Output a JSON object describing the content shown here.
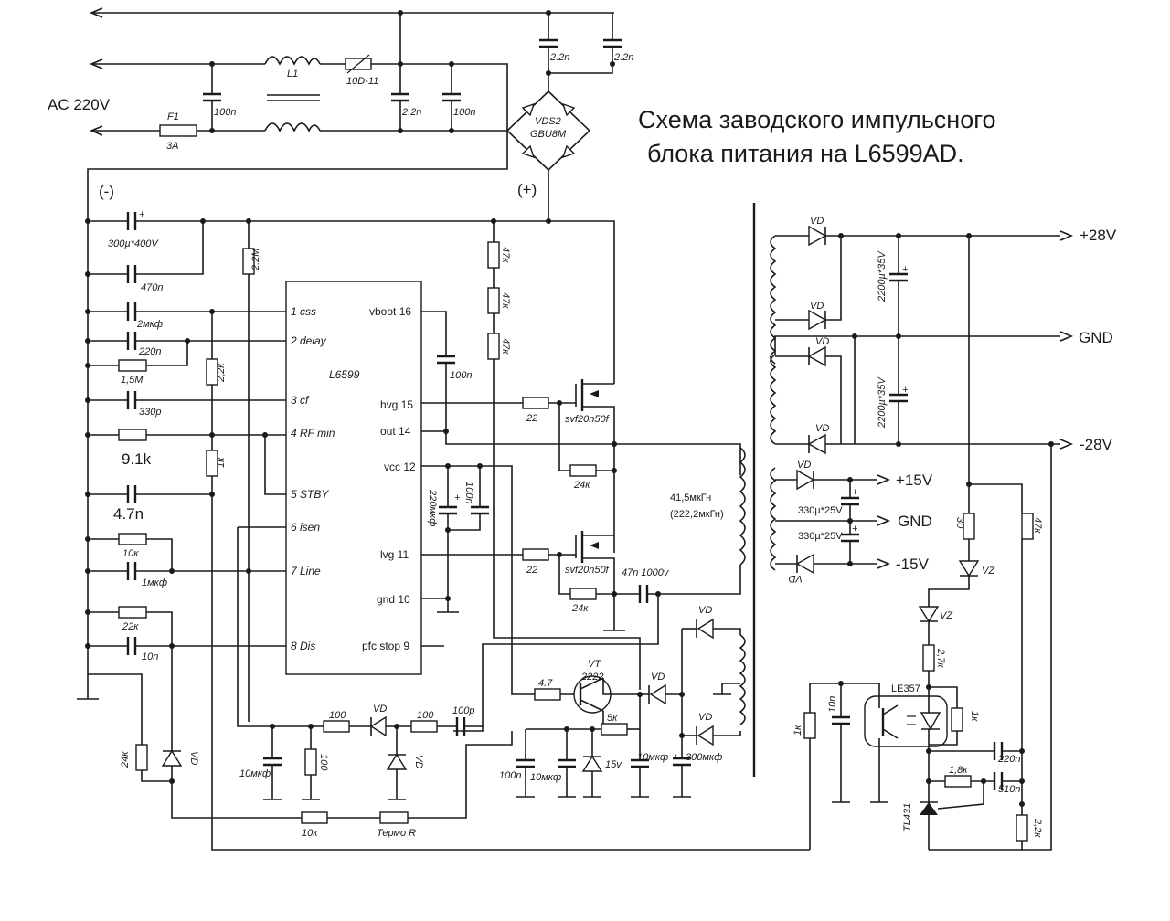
{
  "title": {
    "line1": "Схема заводского импульсного",
    "line2": "блока питания на L6599AD."
  },
  "input": {
    "ac_label": "AC 220V",
    "fuse_ref": "F1",
    "fuse_value": "3A",
    "cap_x1": "100n",
    "choke": "L1",
    "varistor": "10D-11",
    "cap_y": "2.2n",
    "cap_x2": "100n",
    "bridge_cap_1": "2.2n",
    "bridge_cap_2": "2.2n",
    "bridge_ref": "VDS2",
    "bridge_part": "GBU8M",
    "minus": "(-)",
    "plus": "(+)"
  },
  "bulk": {
    "main_cap": "300µ*400V",
    "cap_470": "470n",
    "r_startup": "2.2M"
  },
  "ic": {
    "name": "L6599",
    "pins_left": [
      "1 css",
      "2 delay",
      "3 cf",
      "4 RF min",
      "5 STBY",
      "6 isen",
      "7 Line",
      "8 Dis"
    ],
    "pins_right": [
      "vboot 16",
      "hvg 15",
      "out 14",
      "vcc 12",
      "lvg 11",
      "gnd 10",
      "pfc stop 9"
    ]
  },
  "left_parts": {
    "c_css": "2мкф",
    "c_delay": "220n",
    "r_delay": "1,5M",
    "c_cf": "330p",
    "r_rfmin_value": "9.1k",
    "c_stby_value": "4.7n",
    "r_22k_side": "2,2к",
    "r_1k_side": "1к",
    "r_line": "10к",
    "c_line": "1мкф",
    "r_dis": "22к",
    "c_dis": "10n",
    "r_24k": "24к",
    "d_vd": "VD"
  },
  "right_parts": {
    "boot_cap": "100n",
    "r47k_1": "47к",
    "r47k_2": "47к",
    "r47k_3": "47к",
    "gate_r_high": "22",
    "gate_r_low": "22",
    "mosfet_high": "svf20n50f",
    "mosfet_low": "svf20n50f",
    "gs_r_high": "24к",
    "gs_r_low": "24к",
    "vcc_cap_1": "220мкф",
    "vcc_cap_2": "100n",
    "inductor_1": "41,5мкГн",
    "inductor_2": "(222,2мкГн)",
    "res_cap": "47n 1000v"
  },
  "aux": {
    "r100_a": "100",
    "r100_b": "100",
    "r100_v": "100",
    "c100p": "100p",
    "c10mkf": "10мкф",
    "vd1": "VD",
    "vd2": "VD",
    "r_base": "4.7",
    "vt_ref": "VT",
    "vt_part": "2222",
    "r5k": "5к",
    "c100n": "100n",
    "c10mkf_b": "10мкф",
    "zener_15v": "15v",
    "c10mkf_c": "10мкф",
    "vd_aux": "VD",
    "c300": "300мкф",
    "vd_top": "VD",
    "vd_bot": "VD",
    "r10k_b": "10к",
    "thermo": "Термо R"
  },
  "secondary": {
    "vd_a": "VD",
    "vd_b": "VD",
    "vd_c": "VD",
    "vd_d": "VD",
    "cap_top": "2200µ*35V",
    "cap_bot": "2200µ*35V",
    "rail_plus28": "+28V",
    "rail_gnd": "GND",
    "rail_minus28": "-28V",
    "vd_e": "VD",
    "vd_f": "VD",
    "cap_15a": "330µ*25V",
    "cap_15b": "330µ*25V",
    "rail_plus15": "+15V",
    "rail_gnd2": "GND",
    "rail_minus15": "-15V"
  },
  "feedback": {
    "r30": "30",
    "r47k": "47к",
    "vz1": "VZ",
    "vz2": "VZ",
    "r2_7k": "2,7к",
    "opto": "LE357",
    "r1k_a": "1к",
    "r1k_b": "1к",
    "c10n": "10n",
    "c220n": "220n",
    "r1_8k": "1,8к",
    "c510n": "510n",
    "tl431": "TL431",
    "r2_2k": "2,2к"
  }
}
